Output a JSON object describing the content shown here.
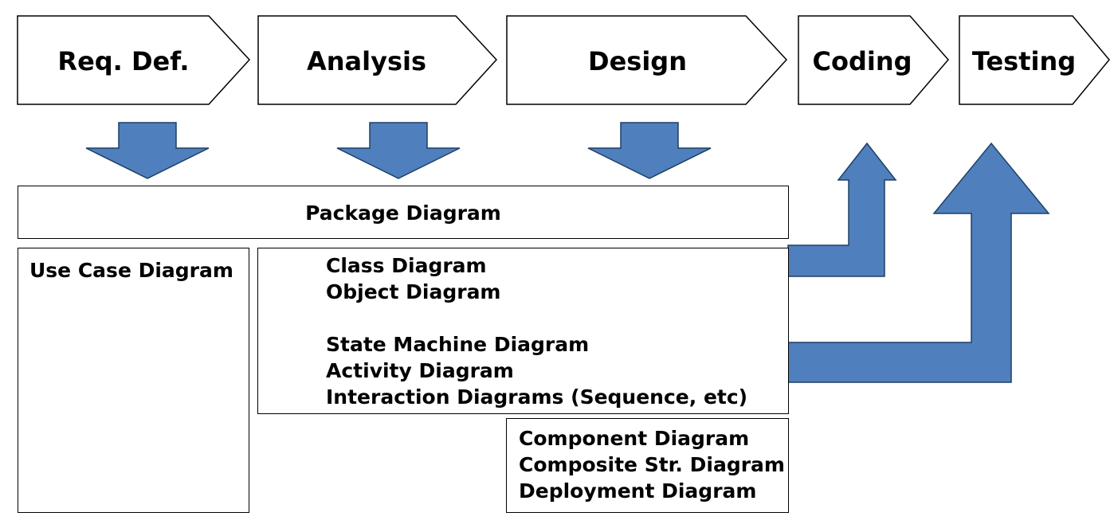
{
  "phases": [
    {
      "id": "req-def",
      "label": "Req. Def."
    },
    {
      "id": "analysis",
      "label": "Analysis"
    },
    {
      "id": "design",
      "label": "Design"
    },
    {
      "id": "coding",
      "label": "Coding"
    },
    {
      "id": "testing",
      "label": "Testing"
    }
  ],
  "boxes": {
    "package": {
      "lines": [
        "Package Diagram"
      ]
    },
    "use_case": {
      "lines": [
        "Use Case Diagram"
      ]
    },
    "structure_behavior": {
      "structure_lines": [
        "Class Diagram",
        "Object Diagram"
      ],
      "behavior_lines": [
        "State Machine Diagram",
        "Activity Diagram",
        "Interaction Diagrams (Sequence, etc)"
      ]
    },
    "implementation": {
      "lines": [
        "Component Diagram",
        "Composite Str. Diagram",
        "Deployment Diagram"
      ]
    }
  },
  "colors": {
    "arrow_fill": "#4F7FBD",
    "arrow_stroke": "#1F3F66",
    "stroke": "#000000",
    "background": "#FFFFFF"
  }
}
